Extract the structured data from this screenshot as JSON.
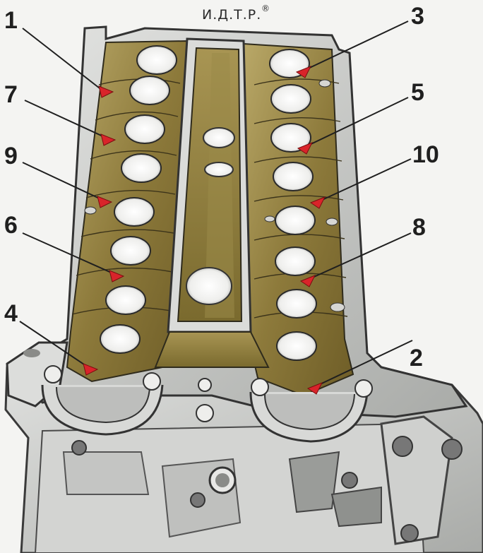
{
  "watermark": "И.Д.Т.Р.",
  "watermark_mark": "®",
  "callouts": [
    {
      "number": "1"
    },
    {
      "number": "2"
    },
    {
      "number": "3"
    },
    {
      "number": "4"
    },
    {
      "number": "5"
    },
    {
      "number": "6"
    },
    {
      "number": "7"
    },
    {
      "number": "8"
    },
    {
      "number": "9"
    },
    {
      "number": "10"
    }
  ],
  "colors": {
    "head_surface": "#8c7a3a",
    "head_surface_light": "#b8a565",
    "metal": "#c9cbc9",
    "metal_dark": "#7d807e",
    "marker": "#d9242a",
    "outline": "#3a3a3a"
  },
  "icons": {
    "marker": "red-triangle",
    "bolt_hole": "circle"
  }
}
